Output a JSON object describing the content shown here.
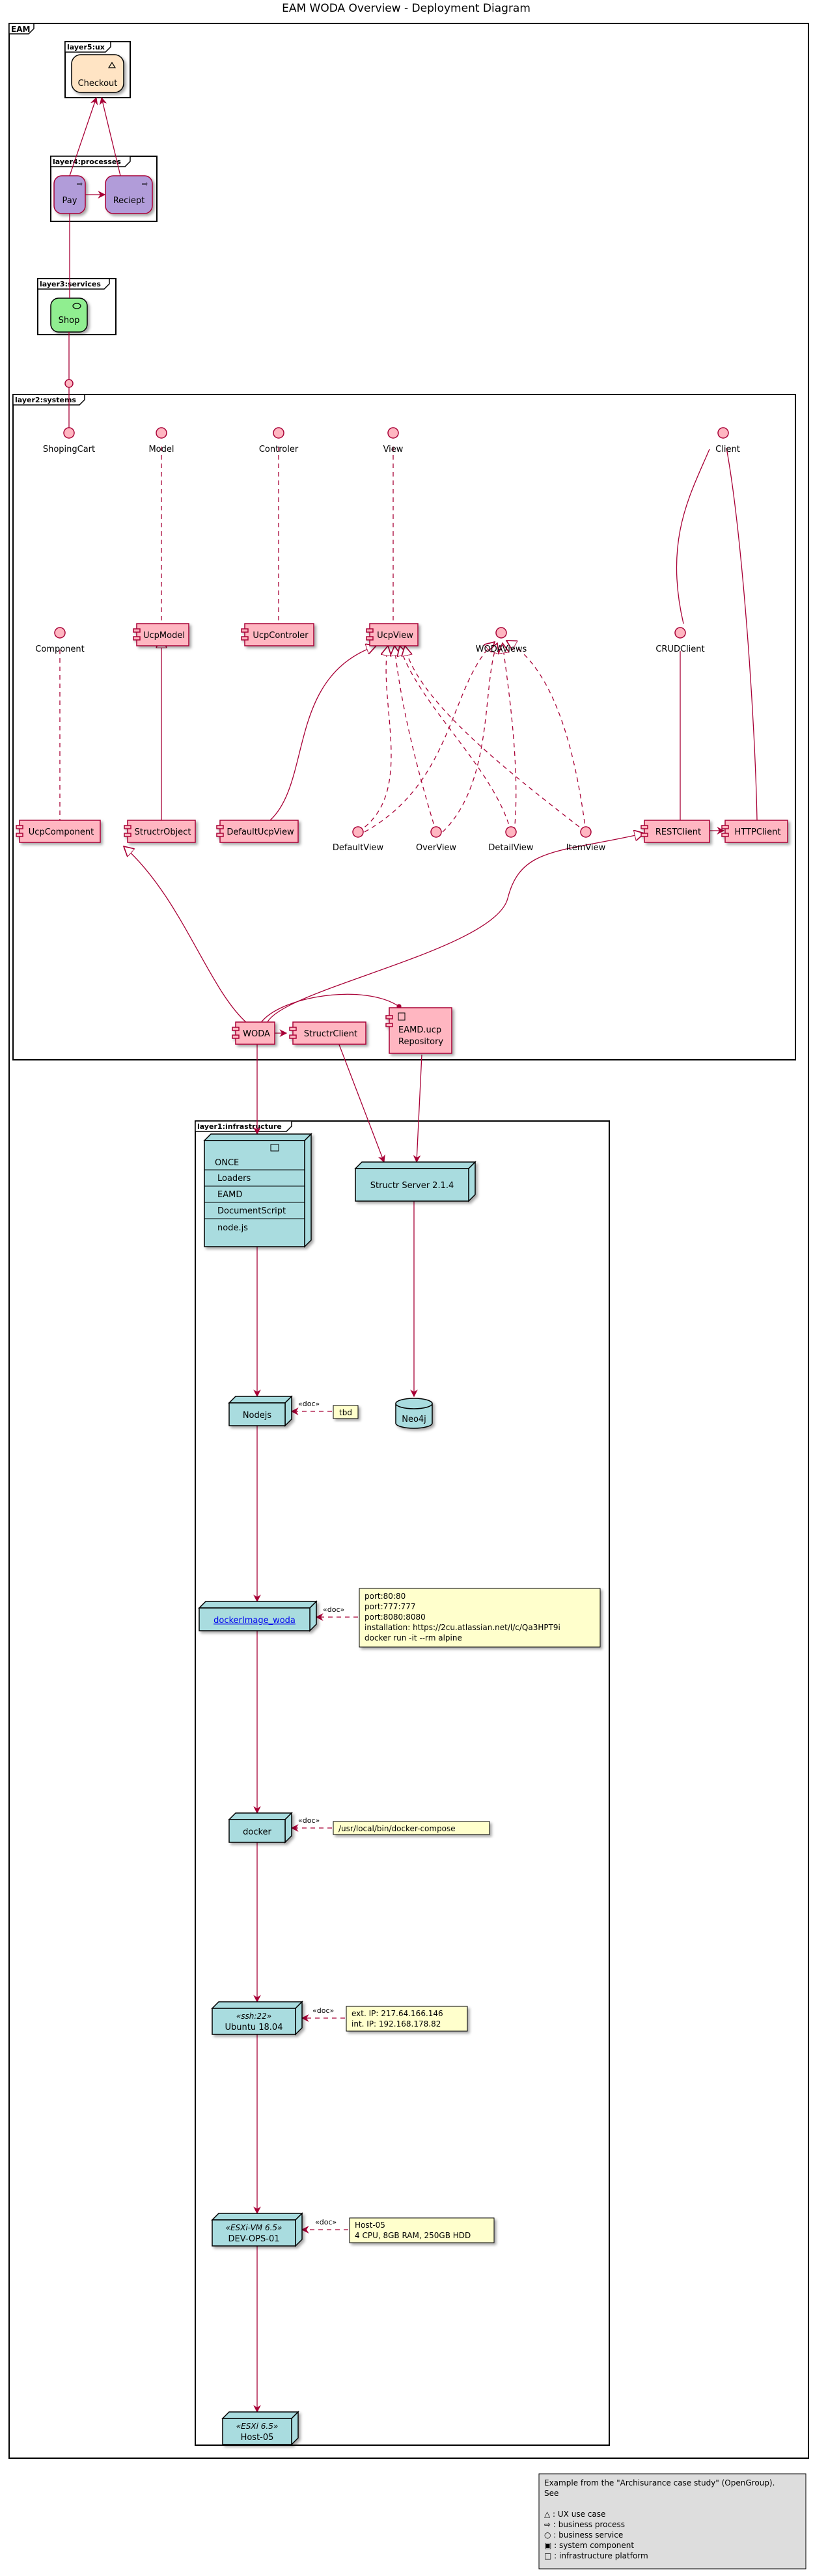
{
  "title": "EAM WODA Overview - Deployment Diagram",
  "frames": {
    "eam": "EAM",
    "ux": "layer5:ux",
    "processes": "layer4:processes",
    "services": "layer3:services",
    "systems": "layer2:systems",
    "infrastructure": "layer1:infrastructure"
  },
  "ux": {
    "checkout": "Checkout"
  },
  "processes": {
    "pay": "Pay",
    "reciept": "Reciept"
  },
  "services": {
    "shop": "Shop"
  },
  "interfaces": {
    "shopingcart": "ShopingCart",
    "model": "Model",
    "controler": "Controler",
    "view": "View",
    "client": "Client",
    "component": "Component",
    "wodaviews": "WODAViews",
    "crudclient": "CRUDClient",
    "defaultview": "DefaultView",
    "overview": "OverView",
    "detailview": "DetailView",
    "itemview": "ItemView"
  },
  "components": {
    "ucpmodel": "UcpModel",
    "ucpcontroler": "UcpControler",
    "ucpview": "UcpView",
    "ucpcomponent": "UcpComponent",
    "structrobject": "StructrObject",
    "defaultucpview": "DefaultUcpView",
    "restclient": "RESTClient",
    "httpclient": "HTTPClient",
    "woda": "WODA",
    "structrclient": "StructrClient",
    "eamd_line1": "EAMD.ucp",
    "eamd_line2": "Repository"
  },
  "infrastructure": {
    "once_title": "ONCE",
    "once_rows": [
      "Loaders",
      "EAMD",
      "DocumentScript",
      "node.js"
    ],
    "structr_server": "Structr Server 2.1.4",
    "nodejs": "Nodejs",
    "neo4j": "Neo4j",
    "docker_image": "dockerImage_woda",
    "docker": "docker",
    "ubuntu_stereo": "«ssh:22»",
    "ubuntu": "Ubuntu 18.04",
    "esxivm_stereo": "«ESXi-VM 6.5»",
    "esxivm": "DEV-OPS-01",
    "esxi_stereo": "«ESXi 6.5»",
    "esxi": "Host-05"
  },
  "doc_label": "«doc»",
  "notes": {
    "tbd": "tbd",
    "ports": [
      "port:80:80",
      "port:777:777",
      "port:8080:8080",
      "installation: https://2cu.atlassian.net/l/c/Qa3HPT9i",
      "docker run -it --rm alpine"
    ],
    "compose": "/usr/local/bin/docker-compose",
    "ips": [
      "ext. IP: 217.64.166.146",
      "int. IP: 192.168.178.82"
    ],
    "host": [
      "Host-05",
      "4 CPU, 8GB RAM, 250GB HDD"
    ]
  },
  "legend": {
    "lines": [
      "Example from the \"Archisurance case study\" (OpenGroup).",
      "See",
      "",
      "△ : UX use case",
      "⇨ : business process",
      "○ : business service",
      "▣ : system component",
      "□ : infrastructure platform"
    ]
  },
  "colors": {
    "component": "#FFB6C1",
    "process": "#B19CD9",
    "service": "#90EE90",
    "ux": "#FFE4C4",
    "node": "#A9DCDF",
    "note": "#FFFFCC",
    "relation": "#A80036",
    "legend_bg": "#DDDDDD"
  }
}
